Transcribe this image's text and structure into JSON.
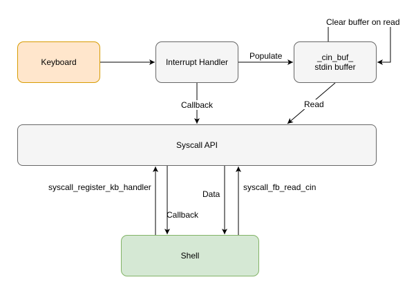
{
  "colors": {
    "keyboard_fill": "#ffe6cc",
    "keyboard_stroke": "#d79b00",
    "default_fill": "#f5f5f5",
    "default_stroke": "#666666",
    "shell_fill": "#d5e8d4",
    "shell_stroke": "#82b366",
    "edge": "#000000",
    "text": "#000000"
  },
  "nodes": {
    "keyboard": {
      "label": "Keyboard"
    },
    "interrupt_handler": {
      "label": "Interrupt Handler"
    },
    "cin_buffer": {
      "line1": "_cin_buf_",
      "line2": "stdin buffer"
    },
    "syscall_api": {
      "label": "Syscall API"
    },
    "shell": {
      "label": "Shell"
    }
  },
  "edges": {
    "populate": "Populate",
    "clear_buffer": "Clear buffer on read",
    "callback_interrupt": "Callback",
    "read": "Read",
    "register_kb_handler": "syscall_register_kb_handler",
    "callback_shell": "Callback",
    "data": "Data",
    "fb_read_cin": "syscall_fb_read_cin"
  }
}
